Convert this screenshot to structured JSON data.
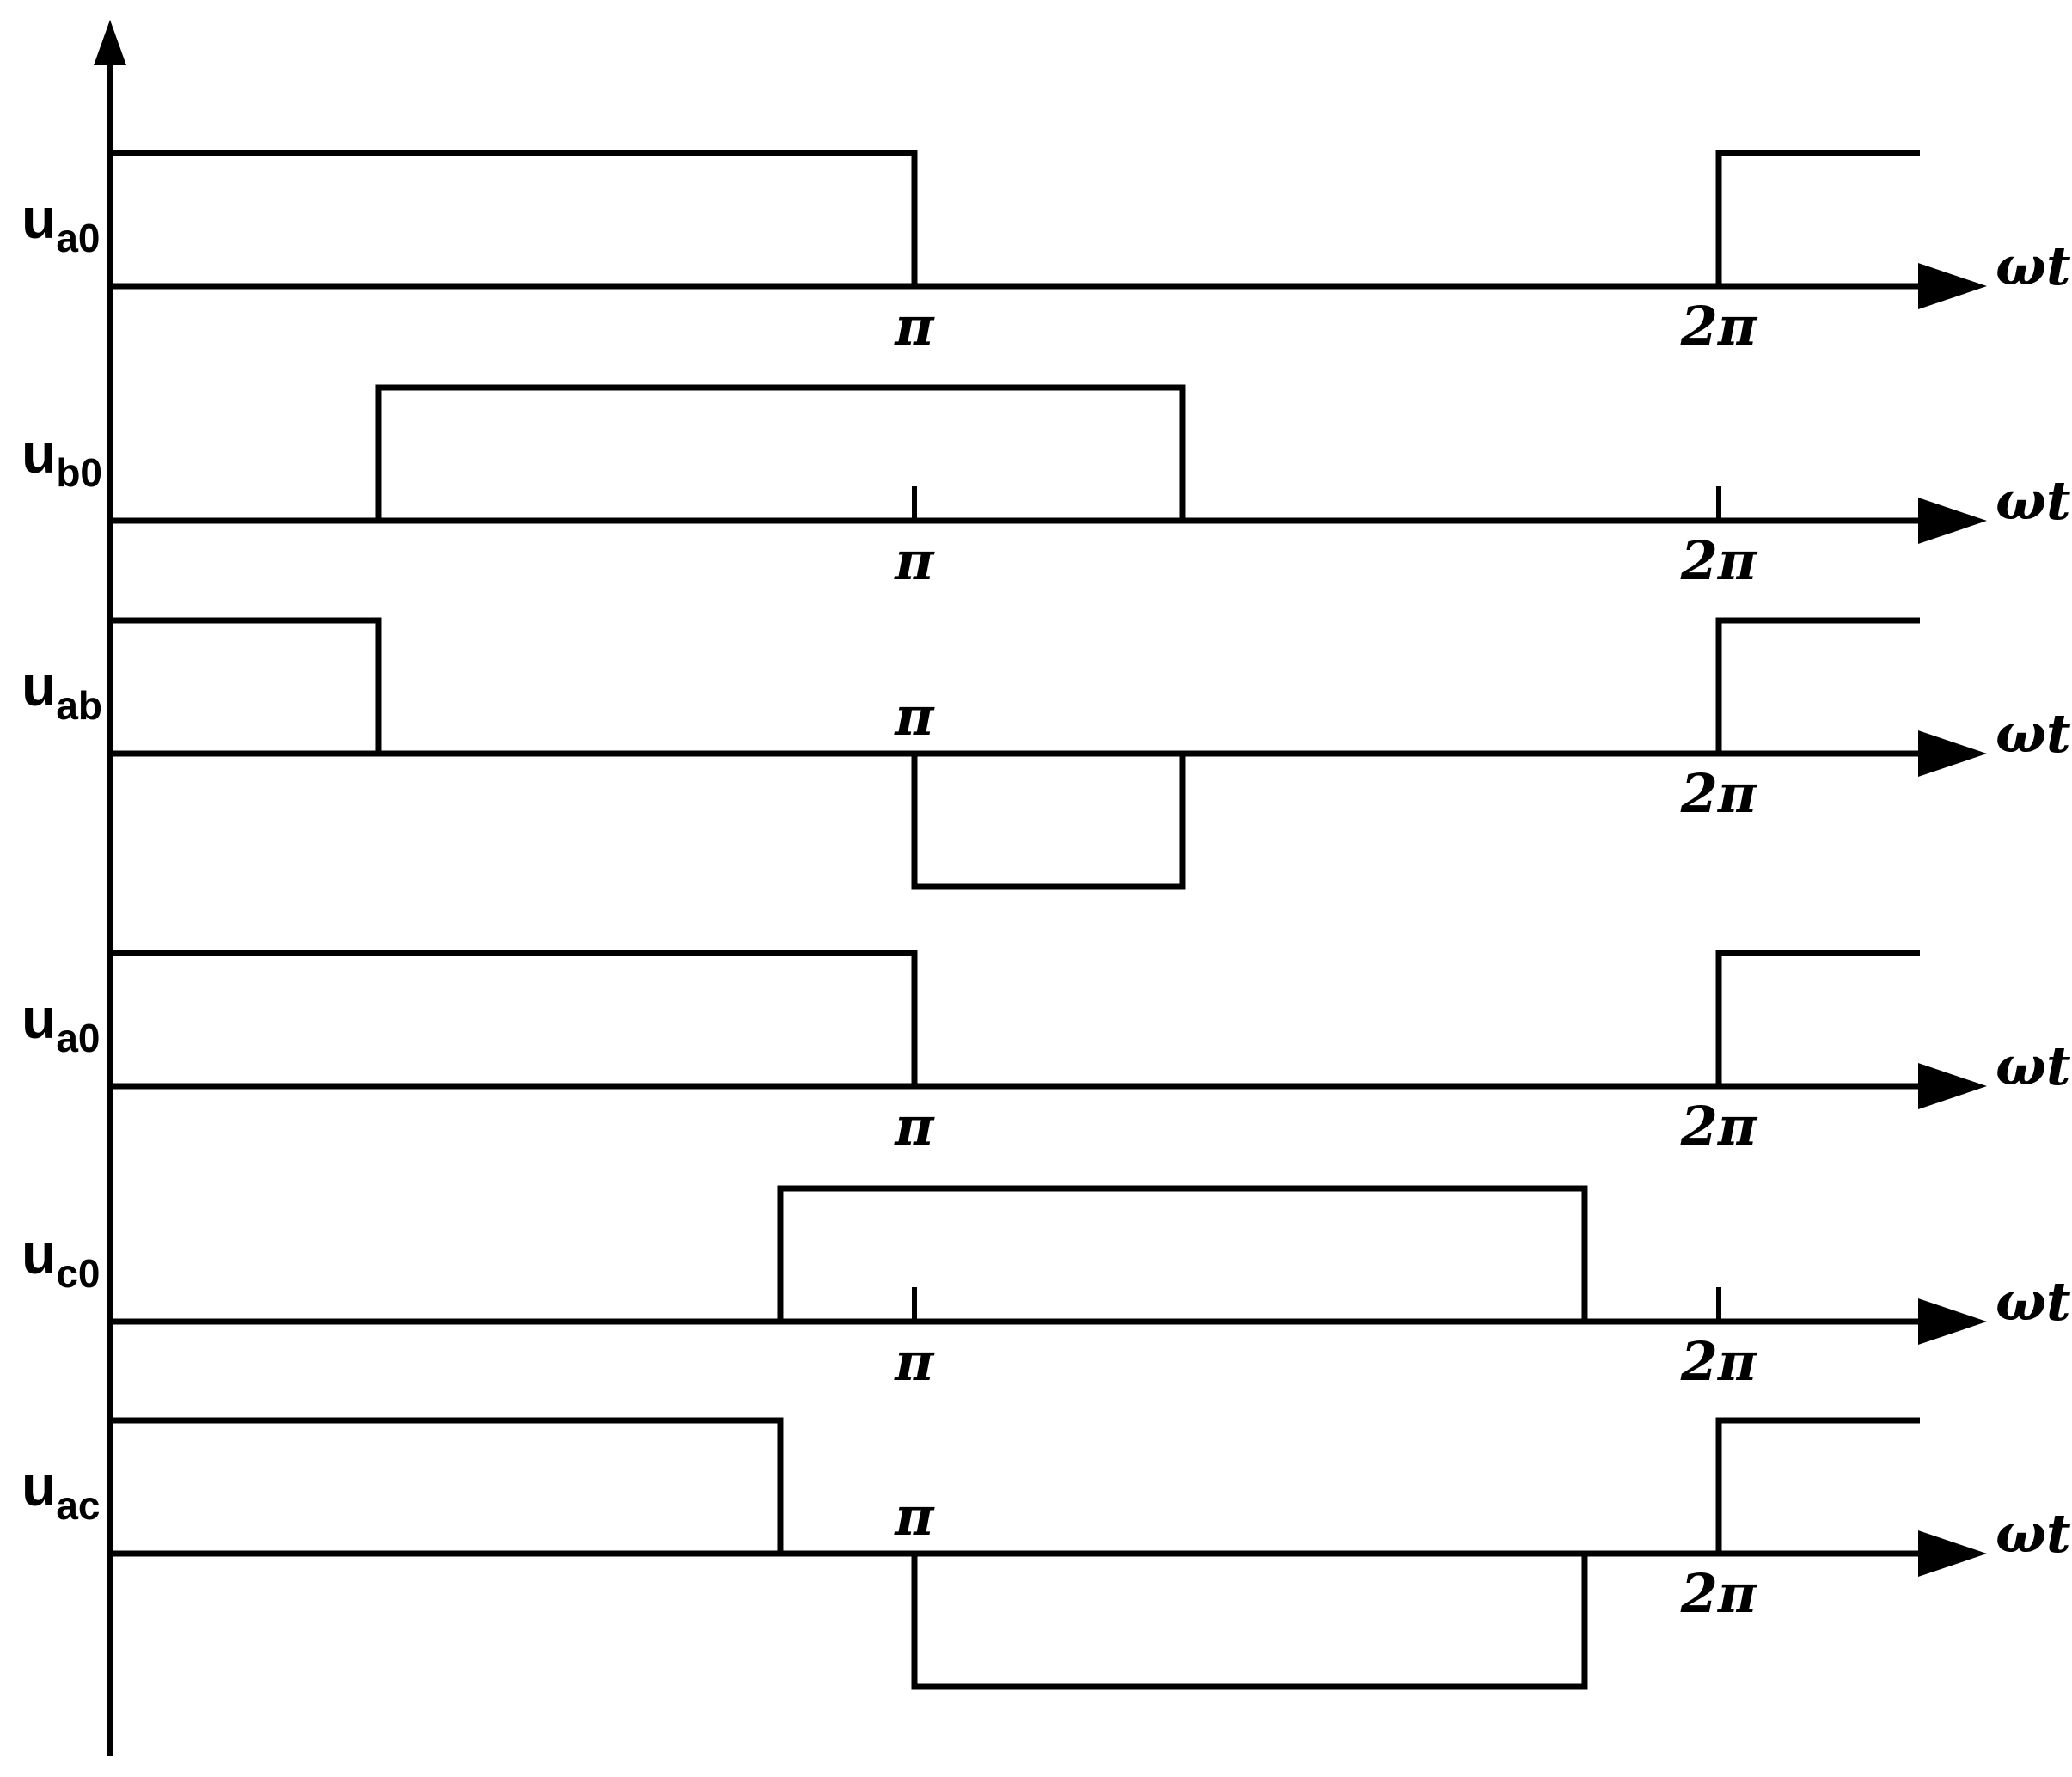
{
  "figure": {
    "background": "#ffffff",
    "stroke_color": "#000000",
    "x_axis_end_label": "ωt",
    "rows": [
      {
        "name": "ua0-top",
        "label_base": "u",
        "label_sub": "a0",
        "segments": [
          [
            0,
            1,
            1
          ],
          [
            1,
            2,
            0
          ],
          [
            2,
            2.25,
            1
          ]
        ],
        "ticks": [],
        "tick_labels": [
          {
            "pos": 1,
            "text": "π",
            "side": "below"
          },
          {
            "pos": 2,
            "text": "2π",
            "side": "below"
          }
        ]
      },
      {
        "name": "ub0",
        "label_base": "u",
        "label_sub": "b0",
        "segments": [
          [
            0,
            0.3333,
            0
          ],
          [
            0.3333,
            1.3333,
            1
          ],
          [
            1.3333,
            2.25,
            0
          ]
        ],
        "ticks": [
          1,
          2
        ],
        "tick_labels": [
          {
            "pos": 1,
            "text": "π",
            "side": "below"
          },
          {
            "pos": 2,
            "text": "2π",
            "side": "below"
          }
        ]
      },
      {
        "name": "uab",
        "label_base": "u",
        "label_sub": "ab",
        "segments": [
          [
            0,
            0.3333,
            1
          ],
          [
            0.3333,
            1,
            0
          ],
          [
            1,
            1.3333,
            -1
          ],
          [
            1.3333,
            2,
            0
          ],
          [
            2,
            2.25,
            1
          ]
        ],
        "ticks": [],
        "tick_labels": [
          {
            "pos": 1,
            "text": "π",
            "side": "above"
          },
          {
            "pos": 2,
            "text": "2π",
            "side": "below"
          }
        ]
      },
      {
        "name": "ua0-mid",
        "label_base": "u",
        "label_sub": "a0",
        "segments": [
          [
            0,
            1,
            1
          ],
          [
            1,
            2,
            0
          ],
          [
            2,
            2.25,
            1
          ]
        ],
        "ticks": [],
        "tick_labels": [
          {
            "pos": 1,
            "text": "π",
            "side": "below"
          },
          {
            "pos": 2,
            "text": "2π",
            "side": "below"
          }
        ]
      },
      {
        "name": "uc0",
        "label_base": "u",
        "label_sub": "c0",
        "segments": [
          [
            0,
            0.8333,
            0
          ],
          [
            0.8333,
            1.8333,
            1
          ],
          [
            1.8333,
            2.25,
            0
          ]
        ],
        "ticks": [
          1,
          2
        ],
        "tick_labels": [
          {
            "pos": 1,
            "text": "π",
            "side": "below"
          },
          {
            "pos": 2,
            "text": "2π",
            "side": "below"
          }
        ]
      },
      {
        "name": "uac",
        "label_base": "u",
        "label_sub": "ac",
        "segments": [
          [
            0,
            0.8333,
            1
          ],
          [
            0.8333,
            1,
            0
          ],
          [
            1,
            1.8333,
            -1
          ],
          [
            1.8333,
            2,
            0
          ],
          [
            2,
            2.25,
            1
          ]
        ],
        "ticks": [],
        "tick_labels": [
          {
            "pos": 1,
            "text": "π",
            "side": "above"
          },
          {
            "pos": 2,
            "text": "2π",
            "side": "below"
          }
        ]
      }
    ]
  },
  "chart_data": {
    "type": "line",
    "subtype": "square-wave-timing-diagram",
    "title": "",
    "xlabel": "ωt",
    "ylabel": "",
    "x_ticks": [
      "π",
      "2π"
    ],
    "x_tick_values_rad_over_pi": [
      1,
      2
    ],
    "xlim_rad_over_pi": [
      0,
      2.25
    ],
    "grid": false,
    "legend_position": "none",
    "series": [
      {
        "name": "ua0",
        "levels_by_interval_pi": [
          [
            0,
            1,
            1
          ],
          [
            1,
            2,
            0
          ],
          [
            2,
            2.25,
            1
          ]
        ]
      },
      {
        "name": "ub0",
        "levels_by_interval_pi": [
          [
            0,
            0.3333,
            0
          ],
          [
            0.3333,
            1.3333,
            1
          ],
          [
            1.3333,
            2.25,
            0
          ]
        ]
      },
      {
        "name": "uab",
        "levels_by_interval_pi": [
          [
            0,
            0.3333,
            1
          ],
          [
            0.3333,
            1,
            0
          ],
          [
            1,
            1.3333,
            -1
          ],
          [
            1.3333,
            2,
            0
          ],
          [
            2,
            2.25,
            1
          ]
        ]
      },
      {
        "name": "ua0",
        "levels_by_interval_pi": [
          [
            0,
            1,
            1
          ],
          [
            1,
            2,
            0
          ],
          [
            2,
            2.25,
            1
          ]
        ]
      },
      {
        "name": "uc0",
        "levels_by_interval_pi": [
          [
            0,
            0.8333,
            0
          ],
          [
            0.8333,
            1.8333,
            1
          ],
          [
            1.8333,
            2.25,
            0
          ]
        ]
      },
      {
        "name": "uac",
        "levels_by_interval_pi": [
          [
            0,
            0.8333,
            1
          ],
          [
            0.8333,
            1,
            0
          ],
          [
            1,
            1.8333,
            -1
          ],
          [
            1.8333,
            2,
            0
          ],
          [
            2,
            2.25,
            1
          ]
        ]
      }
    ]
  }
}
